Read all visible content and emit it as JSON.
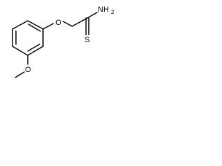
{
  "molecule": {
    "labels": {
      "ether_oxygen": "O",
      "amine": "NH",
      "amine_subscript": "2",
      "sulfur": "S",
      "methoxy_oxygen": "O"
    },
    "colors": {
      "bond": "#000000",
      "text": "#000000",
      "background": "#ffffff"
    }
  }
}
